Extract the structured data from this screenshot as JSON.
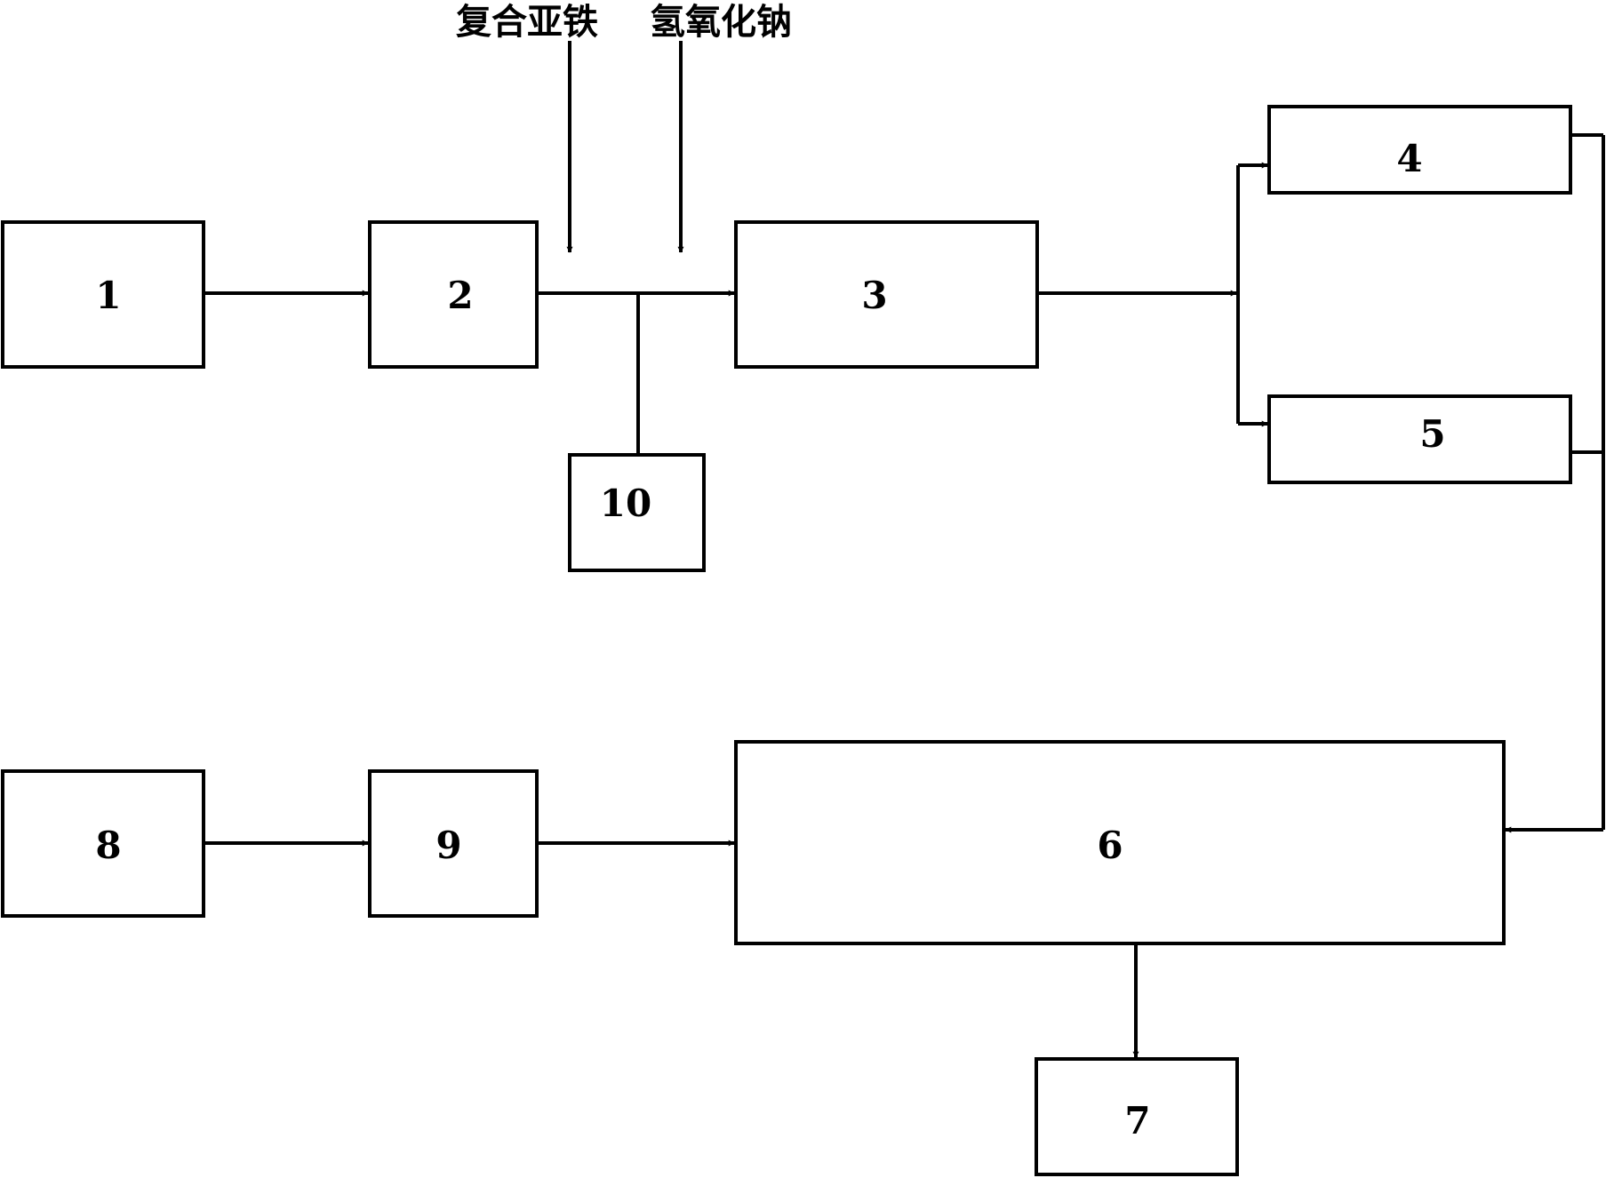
{
  "inputs": {
    "reagent_1": "复合亚铁",
    "reagent_2": "氢氧化钠"
  },
  "nodes": {
    "n1": "1",
    "n2": "2",
    "n3": "3",
    "n4": "4",
    "n5": "5",
    "n6": "6",
    "n7": "7",
    "n8": "8",
    "n9": "9",
    "n10": "10"
  },
  "colors": {
    "stroke": "#000000",
    "background": "#ffffff"
  }
}
